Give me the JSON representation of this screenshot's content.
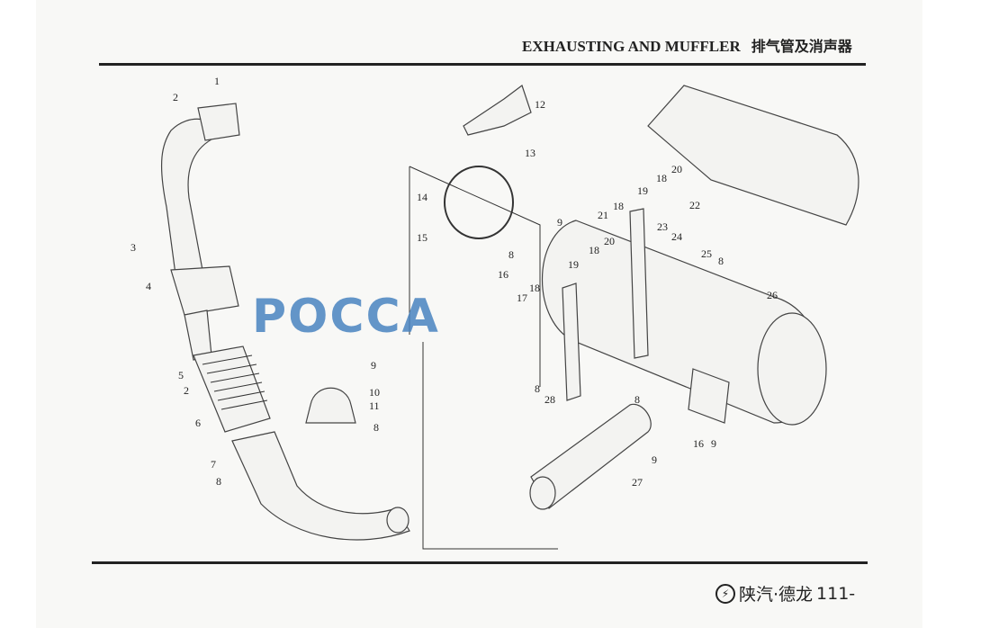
{
  "header": {
    "title_en": "EXHAUSTING AND MUFFLER",
    "title_cn": "排气管及消声器"
  },
  "footer": {
    "brand": "陕汽·德龙",
    "page_number": "111-",
    "logo_glyph": "⚡"
  },
  "watermark": "POCCA",
  "callouts": [
    "1",
    "2",
    "3",
    "4",
    "5",
    "6",
    "7",
    "8",
    "9",
    "10",
    "11",
    "12",
    "13",
    "14",
    "15",
    "16",
    "17",
    "18",
    "19",
    "20",
    "21",
    "22",
    "23",
    "24",
    "25",
    "26",
    "27",
    "28"
  ]
}
